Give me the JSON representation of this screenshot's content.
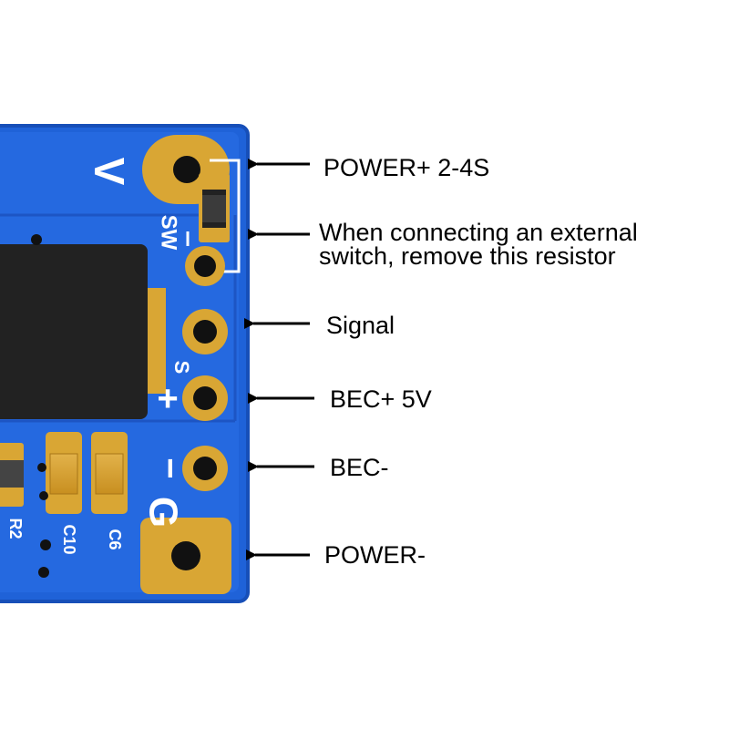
{
  "colors": {
    "pcb_blue": "#1f62d8",
    "pcb_edge": "#174fb8",
    "pad_gold": "#d9a634",
    "hole": "#111111",
    "silkscreen": "#ffffff",
    "chip": "#222222"
  },
  "silkscreen": {
    "v_mark": "V",
    "sw_mark": "SW",
    "s_mark": "S",
    "plus_mark": "+",
    "minus_mark": "−",
    "g_mark": "G",
    "r2_label": "R2",
    "c10_label": "C10",
    "c6_label": "C6"
  },
  "callouts": {
    "power_plus": "POWER+ 2-4S",
    "switch_note_line1": "When connecting an external",
    "switch_note_line2": "switch, remove this resistor",
    "signal": "Signal",
    "bec_plus": "BEC+ 5V",
    "bec_minus": "BEC-",
    "power_minus": "POWER-"
  }
}
